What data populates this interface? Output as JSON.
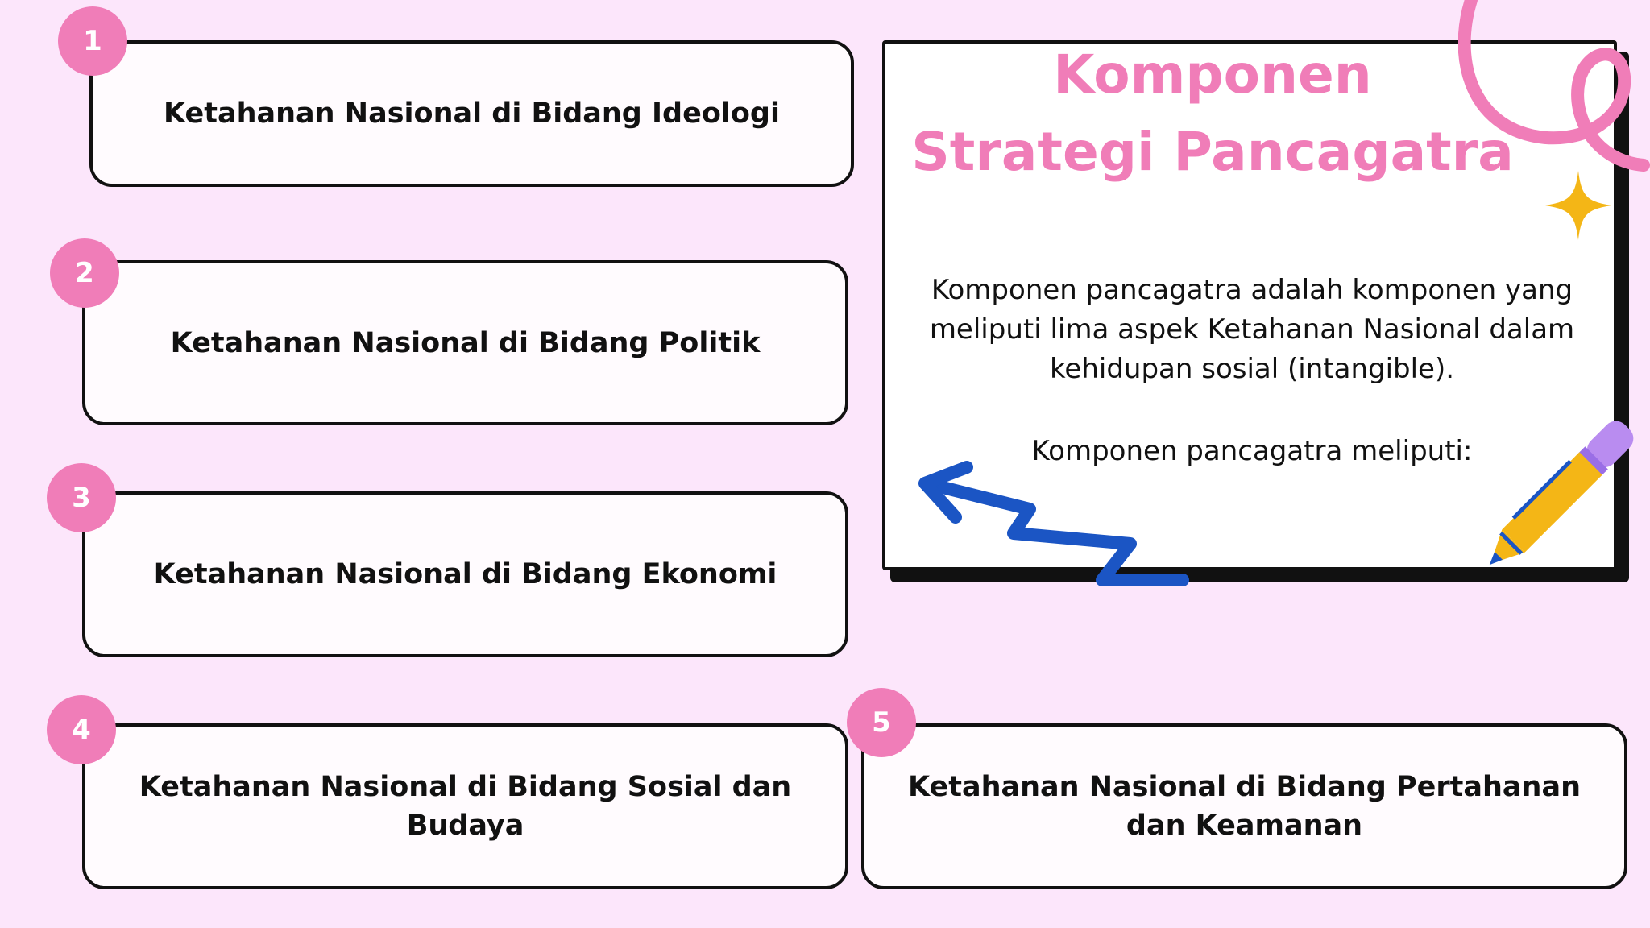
{
  "panel": {
    "title_line1": "Komponen",
    "title_line2": "Strategi Pancagatra",
    "description": "Komponen pancagatra adalah komponen yang meliputi lima aspek Ketahanan Nasional dalam kehidupan sosial (intangible).",
    "subheading": "Komponen pancagatra meliputi:"
  },
  "items": [
    {
      "number": "1",
      "label": "Ketahanan Nasional di Bidang Ideologi"
    },
    {
      "number": "2",
      "label": "Ketahanan Nasional di Bidang Politik"
    },
    {
      "number": "3",
      "label": "Ketahanan Nasional di Bidang Ekonomi"
    },
    {
      "number": "4",
      "label": "Ketahanan Nasional di Bidang Sosial dan Budaya"
    },
    {
      "number": "5",
      "label": "Ketahanan Nasional di Bidang Pertahanan dan Keamanan"
    }
  ],
  "colors": {
    "background": "#fce6fb",
    "accent_pink": "#f07db8",
    "arrow_blue": "#1b55c4",
    "star_yellow": "#f4b616",
    "pen_yellow": "#f4b616",
    "pen_cap": "#b98cf0"
  },
  "icons": [
    "curl-squiggle-icon",
    "sparkle-star-icon",
    "pen-icon",
    "zigzag-arrow-icon"
  ]
}
